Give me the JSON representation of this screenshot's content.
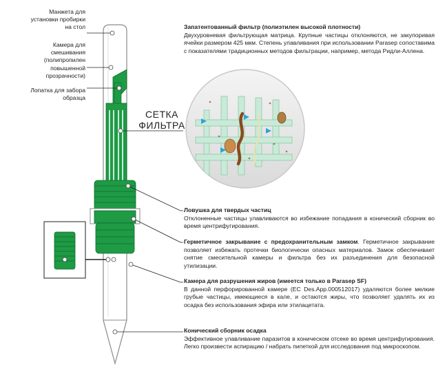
{
  "left_labels": {
    "cap": "Манжета для установки пробирки на стол",
    "chamber": "Камера для смешивания (полипропилен повышенной прозрачности)",
    "spatula": "Лопатка для забора образца"
  },
  "sieve_label": "СЕТКА ФИЛЬТРА",
  "blocks": {
    "filter": {
      "title": "Запатентованный фильтр (полиэтилен высокой плотности)",
      "text": "Двухуровневая фильтрующая матрица. Крупные частицы отклоняются, не закупоривая ячейки размером 425 мкм. Степень улавливания при использовании Parasep сопоставима с показателями традиционных методов фильтрации, например, метода Ридли-Алленa."
    },
    "trap": {
      "title": "Ловушка для твердых частиц",
      "text": "Отклоненные частицы улавливаются во избежание попадания в конический сборник во время центрифугирования."
    },
    "seal": {
      "title": "Герметичное закрывание с  предохранительным замком",
      "text": ". Герметичное закрывание позволяет избежать протечки биологически опасных материалов. Замок обеспечивает снятие смесительной камеры и фильтра без их разъединения для безопасной утилизации."
    },
    "fat": {
      "title": "Камера для разрушения жиров (имеется только в Parasep SF)",
      "text": "В данной перфорированной камере (EC Des.App.000512017) удаляются более мелкие грубые частицы, имеющиеся в кале, и остаются жиры, что позволяет удалять их из осадка без использования эфира или этилацетата."
    },
    "cone": {
      "title": "Конический сборник осадка",
      "text": "Эффективное улавливание паразитов в коническом отсеке во время центрифугирования. Легко произвести аспирацию / набрать пипеткой для исследования под микроскопом."
    }
  },
  "colors": {
    "green": "#1f9a45",
    "dark_green": "#0f6d2f",
    "mesh": "#c9ead8",
    "tube_outline": "#888888"
  }
}
